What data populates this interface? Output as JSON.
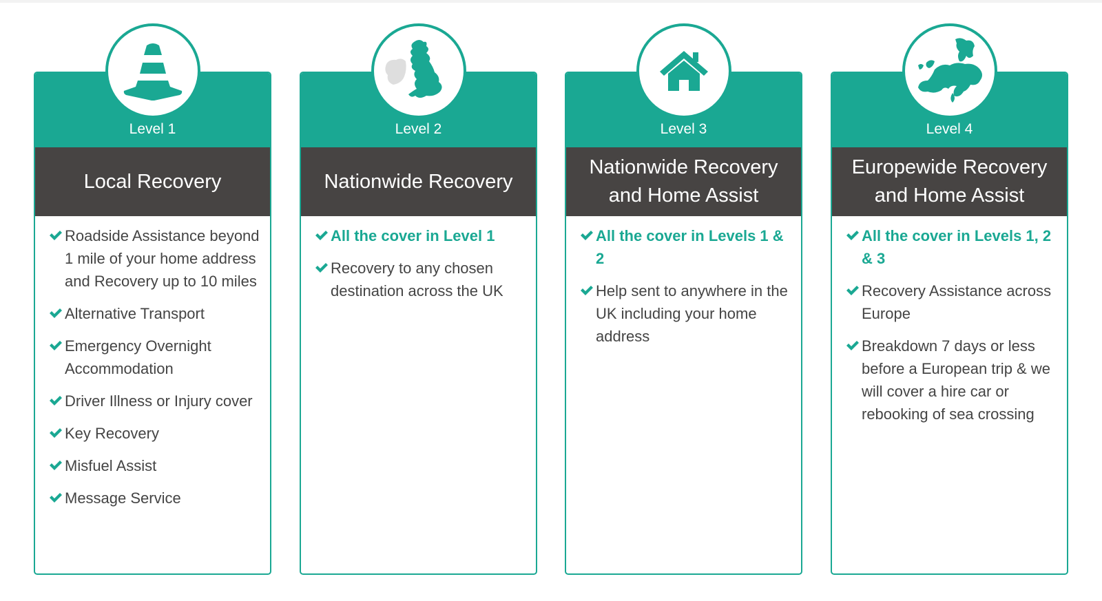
{
  "colors": {
    "accent": "#1aa893",
    "title_band": "#474443",
    "text": "#444444",
    "map_grey": "#dedede"
  },
  "cards": [
    {
      "level": "Level 1",
      "icon": "traffic-cone-icon",
      "title": "Local Recovery",
      "features": [
        {
          "text": "Roadside Assistance beyond 1 mile of your home address and Recovery up to 10 miles",
          "highlight": false
        },
        {
          "text": "Alternative Transport",
          "highlight": false
        },
        {
          "text": "Emergency Overnight Accommodation",
          "highlight": false
        },
        {
          "text": "Driver Illness or Injury cover",
          "highlight": false
        },
        {
          "text": "Key Recovery",
          "highlight": false
        },
        {
          "text": "Misfuel Assist",
          "highlight": false
        },
        {
          "text": "Message Service",
          "highlight": false
        }
      ]
    },
    {
      "level": "Level 2",
      "icon": "uk-map-icon",
      "title": "Nationwide Recovery",
      "features": [
        {
          "text": "All the cover in Level 1",
          "highlight": true
        },
        {
          "text": "Recovery to any chosen destination across the UK",
          "highlight": false
        }
      ]
    },
    {
      "level": "Level 3",
      "icon": "home-icon",
      "title": "Nationwide Recovery and Home Assist",
      "features": [
        {
          "text": "All the cover in Levels 1 & 2",
          "highlight": true
        },
        {
          "text": "Help sent to anywhere in the UK including your home address",
          "highlight": false
        }
      ]
    },
    {
      "level": "Level 4",
      "icon": "europe-map-icon",
      "title": "Europewide Recovery and Home Assist",
      "features": [
        {
          "text": "All the cover in Levels 1, 2 & 3",
          "highlight": true
        },
        {
          "text": "Recovery Assistance across Europe",
          "highlight": false
        },
        {
          "text": "Breakdown 7 days or less before a European trip & we will cover a hire car or rebooking of sea crossing",
          "highlight": false
        }
      ]
    }
  ]
}
